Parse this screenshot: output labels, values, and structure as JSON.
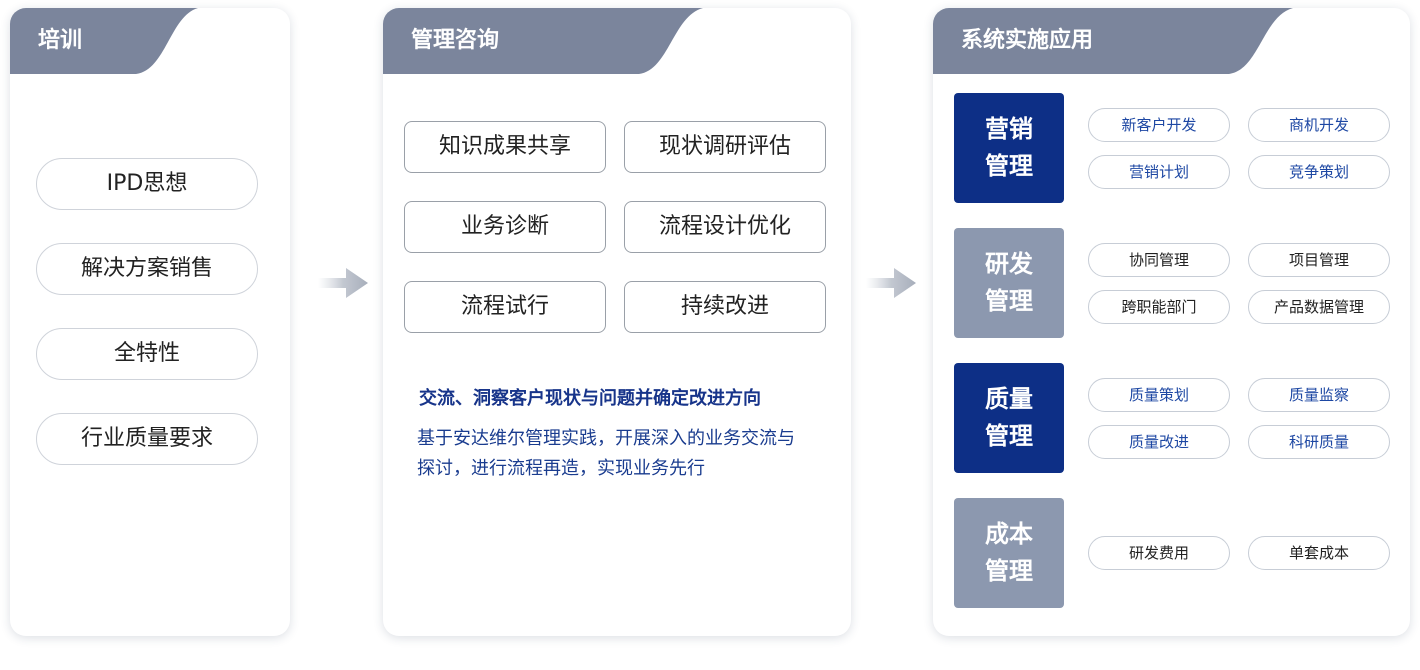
{
  "training": {
    "title": "培训",
    "items": [
      "IPD思想",
      "解决方案销售",
      "全特性",
      "行业质量要求"
    ]
  },
  "consulting": {
    "title": "管理咨询",
    "boxes": [
      "知识成果共享",
      "现状调研评估",
      "业务诊断",
      "流程设计优化",
      "流程试行",
      "持续改进"
    ],
    "desc_heading": "交流、洞察客户现状与问题并确定改进方向",
    "desc_body": "基于安达维尔管理实践，开展深入的业务交流与探讨，进行流程再造，实现业务先行"
  },
  "system": {
    "title": "系统实施应用",
    "categories": [
      {
        "line1": "营销",
        "line2": "管理",
        "tone": "dark",
        "items": [
          "新客户开发",
          "商机开发",
          "营销计划",
          "竞争策划"
        ]
      },
      {
        "line1": "研发",
        "line2": "管理",
        "tone": "light",
        "items": [
          "协同管理",
          "项目管理",
          "跨职能部门",
          "产品数据管理"
        ]
      },
      {
        "line1": "质量",
        "line2": "管理",
        "tone": "dark",
        "items": [
          "质量策划",
          "质量监察",
          "质量改进",
          "科研质量"
        ]
      },
      {
        "line1": "成本",
        "line2": "管理",
        "tone": "light",
        "items": [
          "研发费用",
          "单套成本"
        ]
      }
    ]
  },
  "colors": {
    "tab": "#7b859c",
    "dark_navy": "#0d2f86",
    "muted_slate": "#8c98af",
    "chip_blue_text": "#1d47a3",
    "desc_blue": "#17348a"
  }
}
